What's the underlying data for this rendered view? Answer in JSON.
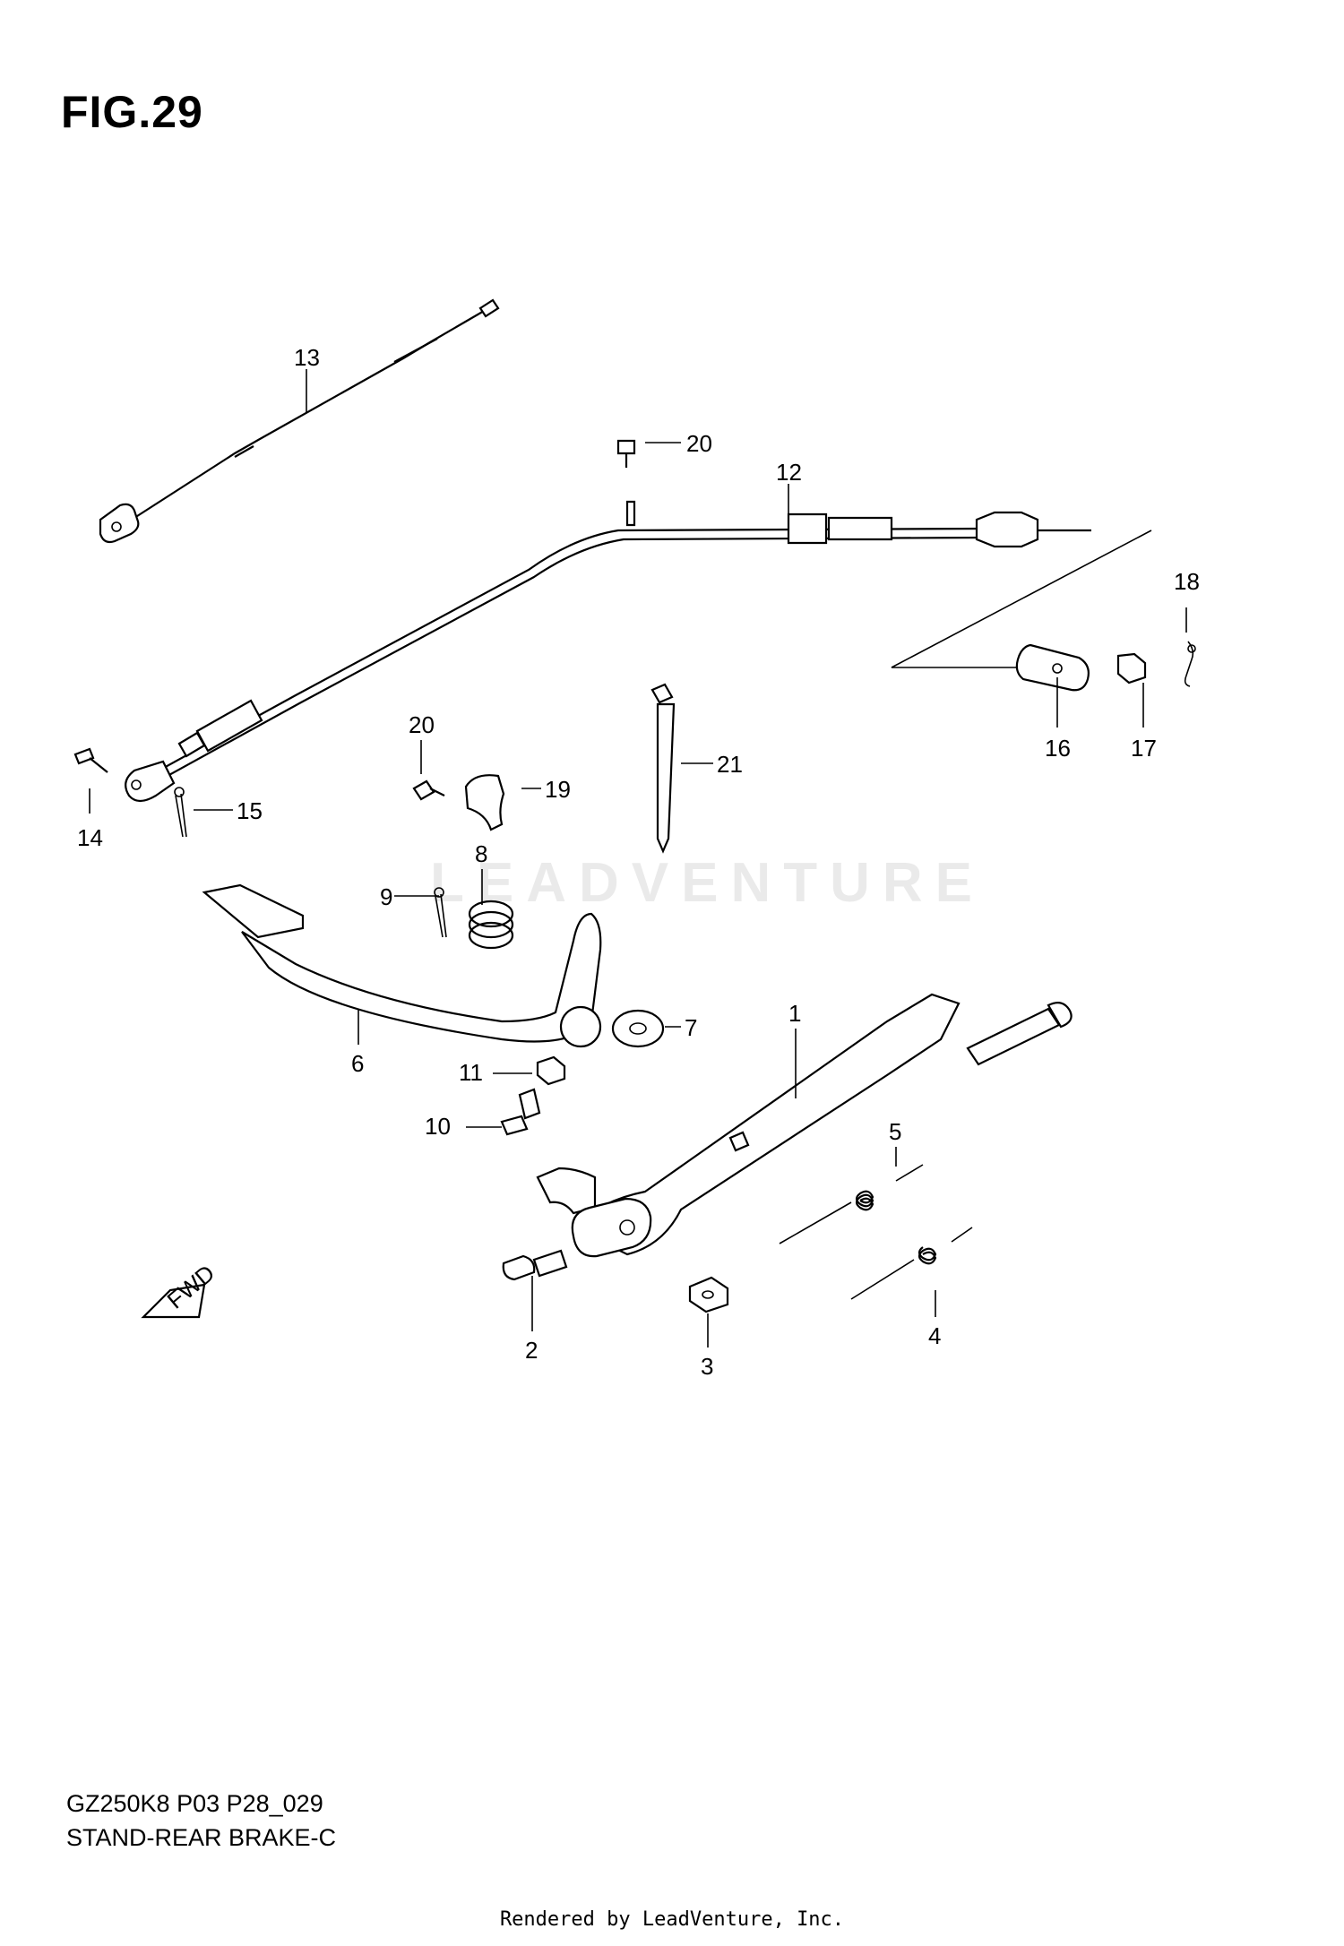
{
  "figure": {
    "title": "FIG.29",
    "code": "GZ250K8 P03 P28_029",
    "name": "STAND-REAR BRAKE-C"
  },
  "callouts": [
    "1",
    "2",
    "3",
    "4",
    "5",
    "6",
    "7",
    "8",
    "9",
    "10",
    "11",
    "12",
    "13",
    "14",
    "15",
    "16",
    "17",
    "18",
    "19",
    "20",
    "20",
    "21"
  ],
  "forward_marker": "FWD",
  "watermark": "LEADVENTURE",
  "footer": "Rendered by LeadVenture, Inc."
}
